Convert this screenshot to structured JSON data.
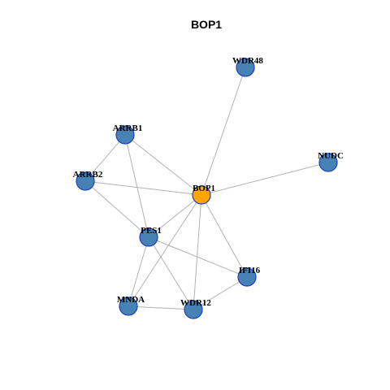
{
  "graph": {
    "title": "BOP1",
    "colors": {
      "center_fill": "#FFA500",
      "node_fill": "#4682B4",
      "node_stroke": "#1F3FBF",
      "edge": "#B3B3B3"
    },
    "nodes": [
      {
        "id": "BOP1",
        "label": "BOP1",
        "center": true
      },
      {
        "id": "WDR48",
        "label": "WDR48"
      },
      {
        "id": "ARRB1",
        "label": "ARRB1"
      },
      {
        "id": "NUDC",
        "label": "NUDC"
      },
      {
        "id": "ARRB2",
        "label": "ARRB2"
      },
      {
        "id": "PES1",
        "label": "PES1"
      },
      {
        "id": "IFI16",
        "label": "IFI16"
      },
      {
        "id": "MNDA",
        "label": "MNDA"
      },
      {
        "id": "WDR12",
        "label": "WDR12"
      }
    ],
    "edges": [
      [
        "BOP1",
        "WDR48"
      ],
      [
        "BOP1",
        "NUDC"
      ],
      [
        "BOP1",
        "ARRB1"
      ],
      [
        "BOP1",
        "ARRB2"
      ],
      [
        "BOP1",
        "PES1"
      ],
      [
        "BOP1",
        "IFI16"
      ],
      [
        "BOP1",
        "MNDA"
      ],
      [
        "BOP1",
        "WDR12"
      ],
      [
        "ARRB1",
        "ARRB2"
      ],
      [
        "ARRB1",
        "PES1"
      ],
      [
        "ARRB2",
        "PES1"
      ],
      [
        "PES1",
        "IFI16"
      ],
      [
        "PES1",
        "MNDA"
      ],
      [
        "PES1",
        "WDR12"
      ],
      [
        "MNDA",
        "WDR12"
      ],
      [
        "WDR12",
        "IFI16"
      ]
    ]
  }
}
